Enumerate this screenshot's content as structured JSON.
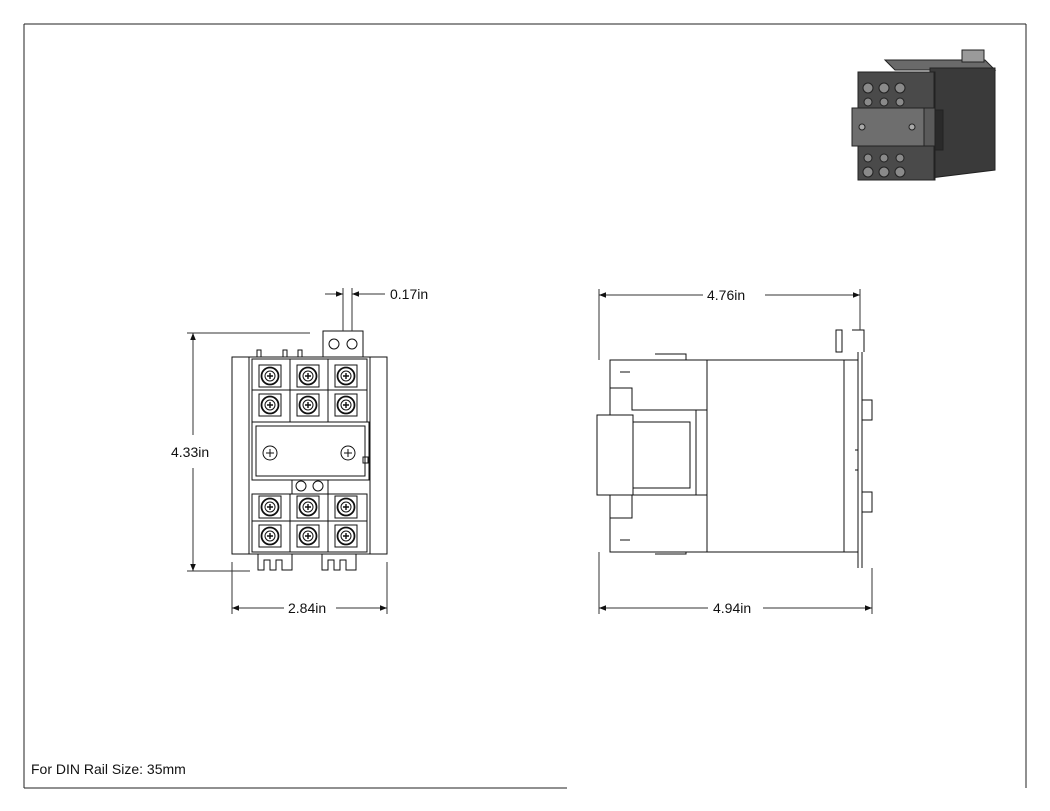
{
  "dimensions": {
    "tab_width": "0.17in",
    "front_height": "4.33in",
    "front_width": "2.84in",
    "side_width_top": "4.76in",
    "side_width_bottom": "4.94in"
  },
  "note": "For DIN Rail Size: 35mm",
  "colors": {
    "line": "#111111",
    "dim_line": "#333333",
    "iso_dark": "#3a3a3a",
    "iso_mid": "#5a5a5a",
    "iso_light": "#8a8a8a"
  }
}
